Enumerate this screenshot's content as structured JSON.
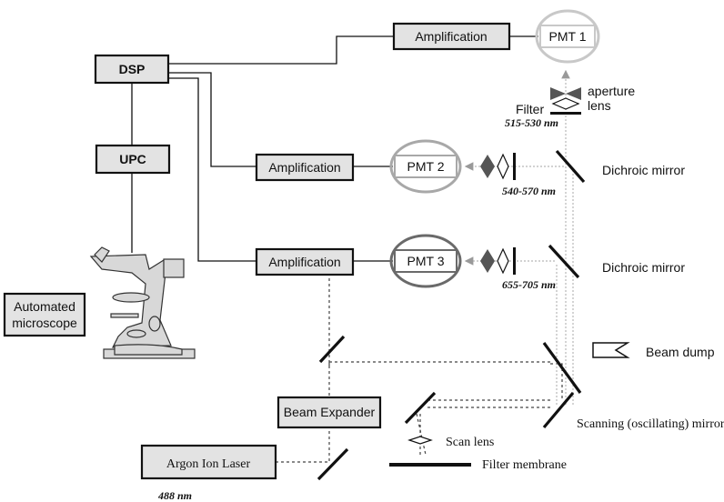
{
  "components": {
    "dsp": "DSP",
    "upc": "UPC",
    "amplification_1": "Amplification",
    "amplification_2": "Amplification",
    "amplification_3": "Amplification",
    "pmt_1": "PMT 1",
    "pmt_2": "PMT 2",
    "pmt_3": "PMT 3",
    "automated_microscope_line1": "Automated",
    "automated_microscope_line2": "microscope",
    "beam_expander": "Beam Expander",
    "argon_laser": "Argon Ion Laser"
  },
  "labels": {
    "aperture": "aperture",
    "lens": "lens",
    "filter": "Filter",
    "filter_1_range": "515-530 nm",
    "filter_2_range": "540-570 nm",
    "filter_3_range": "655-705 nm",
    "dichroic_1": "Dichroic mirror",
    "dichroic_2": "Dichroic mirror",
    "beam_dump": "Beam dump",
    "scanning_mirror": "Scanning (oscillating)  mirror",
    "scan_lens": "Scan lens",
    "filter_membrane": "Filter membrane",
    "laser_wavelength": "488 nm"
  },
  "colors": {
    "pmt_1_ring": "#c8c8c8",
    "pmt_2_ring": "#a8a8a8",
    "pmt_3_ring": "#6a6a6a",
    "box_fill": "#e3e3e3"
  }
}
